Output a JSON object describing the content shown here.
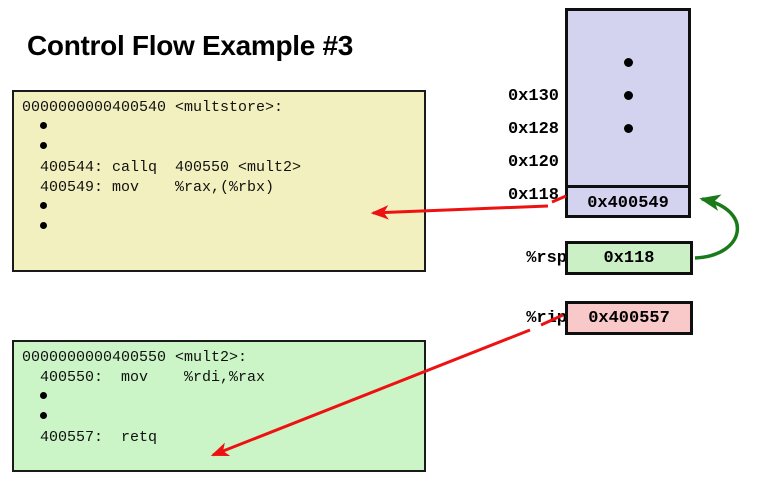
{
  "slide": {
    "title": "Control Flow Example #3"
  },
  "code_blocks": [
    {
      "id": "multstore",
      "color": "#f2f0bf",
      "lines": [
        {
          "type": "text",
          "text": "0000000000400540 <multstore>:"
        },
        {
          "type": "dot"
        },
        {
          "type": "dot"
        },
        {
          "type": "text",
          "text": "  400544: callq  400550 <mult2>"
        },
        {
          "type": "text",
          "text": "  400549: mov    %rax,(%rbx)"
        },
        {
          "type": "dot"
        },
        {
          "type": "dot"
        }
      ]
    },
    {
      "id": "mult2",
      "color": "#cbf5c6",
      "lines": [
        {
          "type": "text",
          "text": "0000000000400550 <mult2>:"
        },
        {
          "type": "text",
          "text": "  400550:  mov    %rdi,%rax"
        },
        {
          "type": "dot"
        },
        {
          "type": "dot"
        },
        {
          "type": "text",
          "text": "  400557:  retq"
        }
      ]
    }
  ],
  "stack": {
    "fill_color": "#d3d3ef",
    "addresses": [
      "0x130",
      "0x128",
      "0x120",
      "0x118"
    ],
    "top_cell_value": "0x400549",
    "ellipsis_dots": 3
  },
  "registers": [
    {
      "name": "%rsp",
      "value": "0x118",
      "color": "#cbf0c6"
    },
    {
      "name": "%rip",
      "value": "0x400557",
      "color": "#f9c8c8"
    }
  ],
  "arrows": [
    {
      "name": "stack-to-mov-instruction",
      "color": "#ee1111"
    },
    {
      "name": "rip-to-retq-instruction",
      "color": "#ee1111"
    },
    {
      "name": "rsp-to-stack-cell",
      "color": "#1a7a1a"
    }
  ]
}
